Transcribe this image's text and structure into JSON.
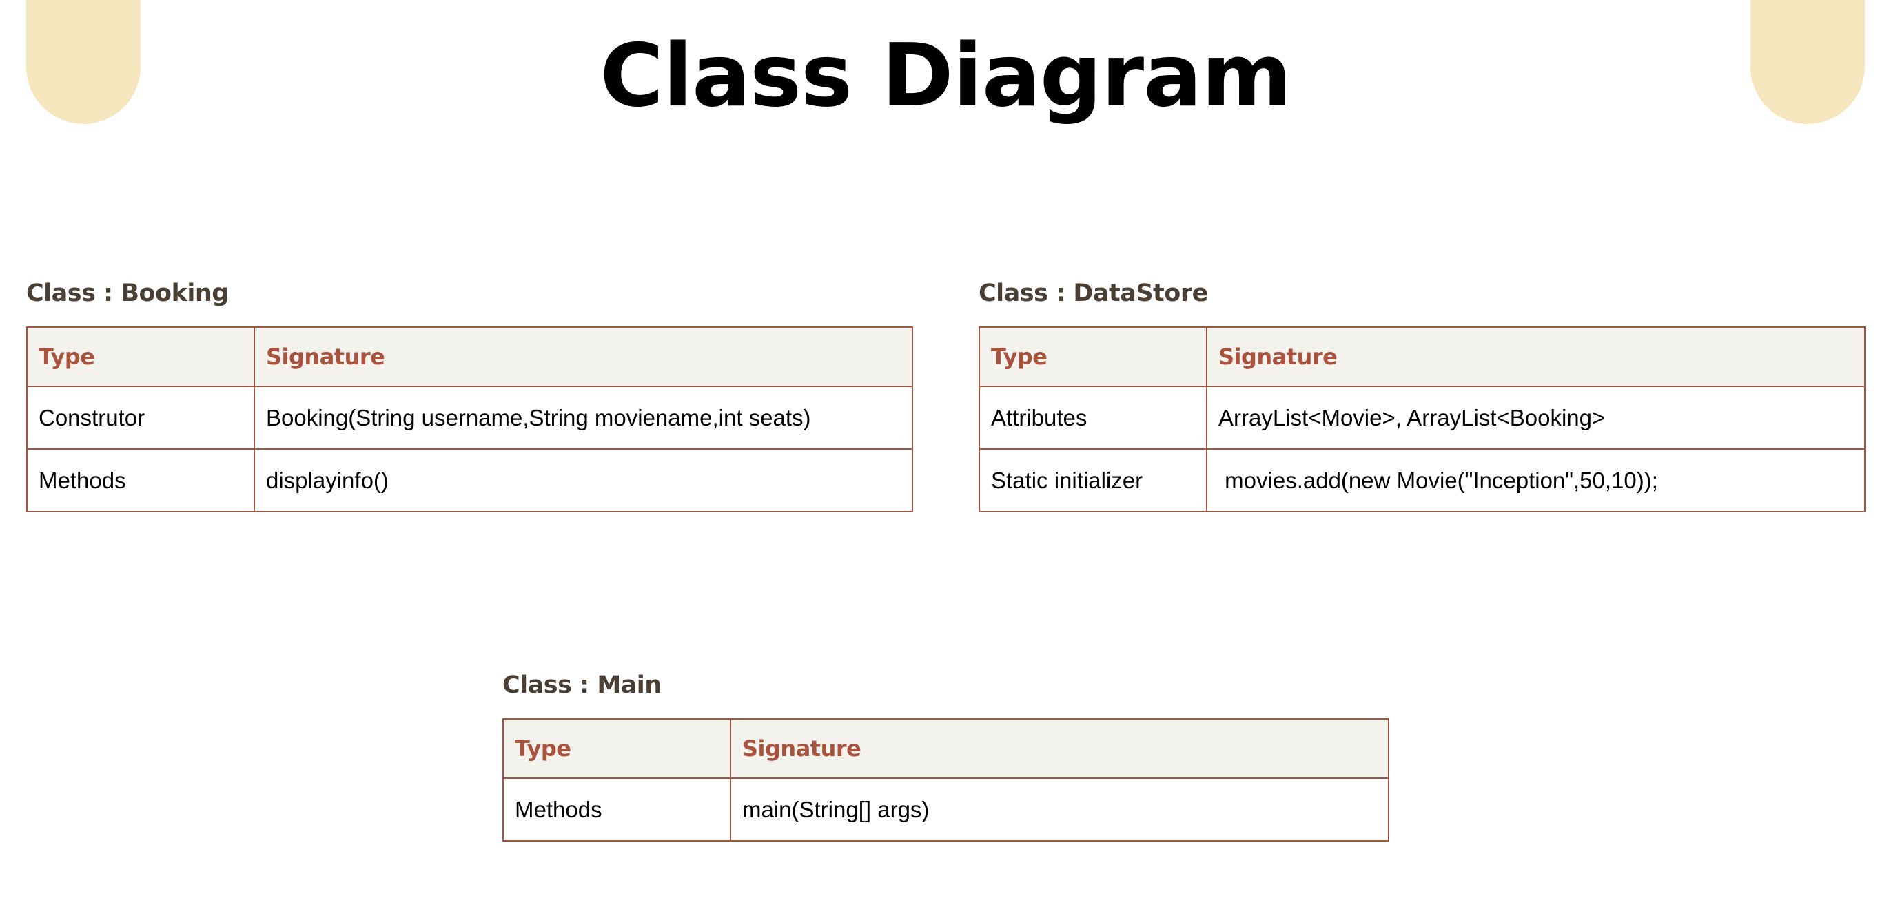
{
  "title": "Class Diagram",
  "colors": {
    "decoration": "#F6E6BE",
    "table_border": "#A9523E",
    "header_text": "#A9523E",
    "header_background": "#F3F2EC",
    "heading_text": "#4A3F34"
  },
  "classes": [
    {
      "heading": "Class : Booking",
      "columns": [
        "Type",
        "Signature"
      ],
      "rows": [
        [
          "Construtor",
          "Booking(String username,String moviename,int seats)"
        ],
        [
          "Methods",
          "displayinfo()"
        ]
      ]
    },
    {
      "heading": "Class : DataStore",
      "columns": [
        "Type",
        "Signature"
      ],
      "rows": [
        [
          "Attributes",
          "ArrayList<Movie>, ArrayList<Booking>"
        ],
        [
          "Static initializer",
          " movies.add(new Movie(\"Inception\",50,10));"
        ]
      ]
    },
    {
      "heading": "Class : Main",
      "columns": [
        "Type",
        "Signature"
      ],
      "rows": [
        [
          "Methods",
          "main(String[] args)"
        ]
      ]
    }
  ]
}
